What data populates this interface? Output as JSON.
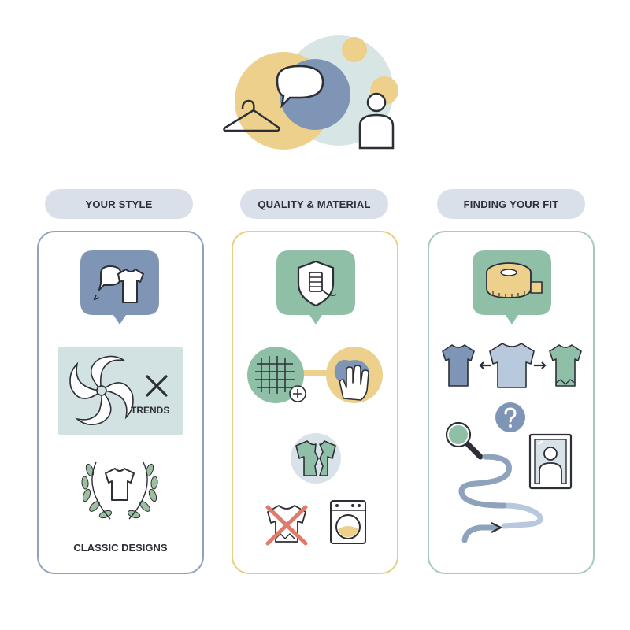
{
  "columns": [
    {
      "header": "YOUR STYLE",
      "border_color": "#8ea3bb",
      "items": {
        "trends_label": "TRENDS",
        "classic_label": "CLASSIC DESIGNS"
      }
    },
    {
      "header": "QUALITY & MATERIAL",
      "border_color": "#e8cf7f"
    },
    {
      "header": "FINDING YOUR FIT",
      "border_color": "#a9c9b8"
    }
  ],
  "colors": {
    "slate": "#7f95b5",
    "sage": "#8fbfa6",
    "sand": "#ecd08c",
    "mist": "#d2e2e2",
    "ink": "#2c2f36"
  },
  "icons": [
    "hanger-icon",
    "speech-bubble-icon",
    "person-icon",
    "tshirt-thought-icon",
    "swirl-trends-icon",
    "x-mark-icon",
    "laurel-tshirt-icon",
    "shield-thread-icon",
    "fabric-grid-icon",
    "hand-touch-icon",
    "torn-shirt-icon",
    "no-wash-shirt-icon",
    "washing-machine-icon",
    "measuring-tape-icon",
    "shirt-sizes-icon",
    "question-icon",
    "magnifier-icon",
    "mirror-person-icon",
    "path-arrow-icon"
  ]
}
